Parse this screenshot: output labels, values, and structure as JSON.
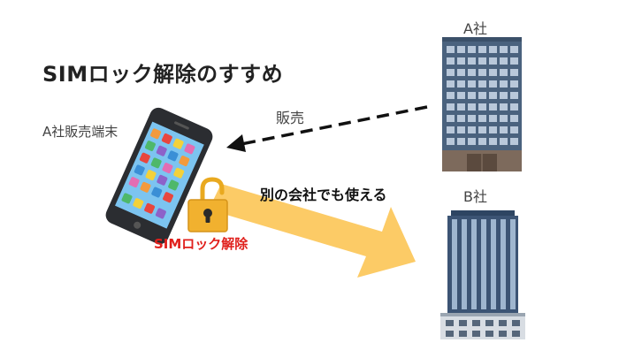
{
  "title": "SIMロック解除のすすめ",
  "labels": {
    "device": "A社販売端末",
    "company_a": "A社",
    "company_b": "B社",
    "sales": "販売",
    "usable_elsewhere": "別の会社でも使える",
    "unlock": "SIMロック解除"
  },
  "colors": {
    "unlock_text": "#e0201c",
    "arrow": "#fcc85e",
    "lock": "#f1b12f",
    "building_a": "#4a627e",
    "building_b": "#3c5474"
  },
  "icons": [
    "smartphone-icon",
    "padlock-unlocked-icon",
    "office-building-icon",
    "skyscraper-icon"
  ]
}
